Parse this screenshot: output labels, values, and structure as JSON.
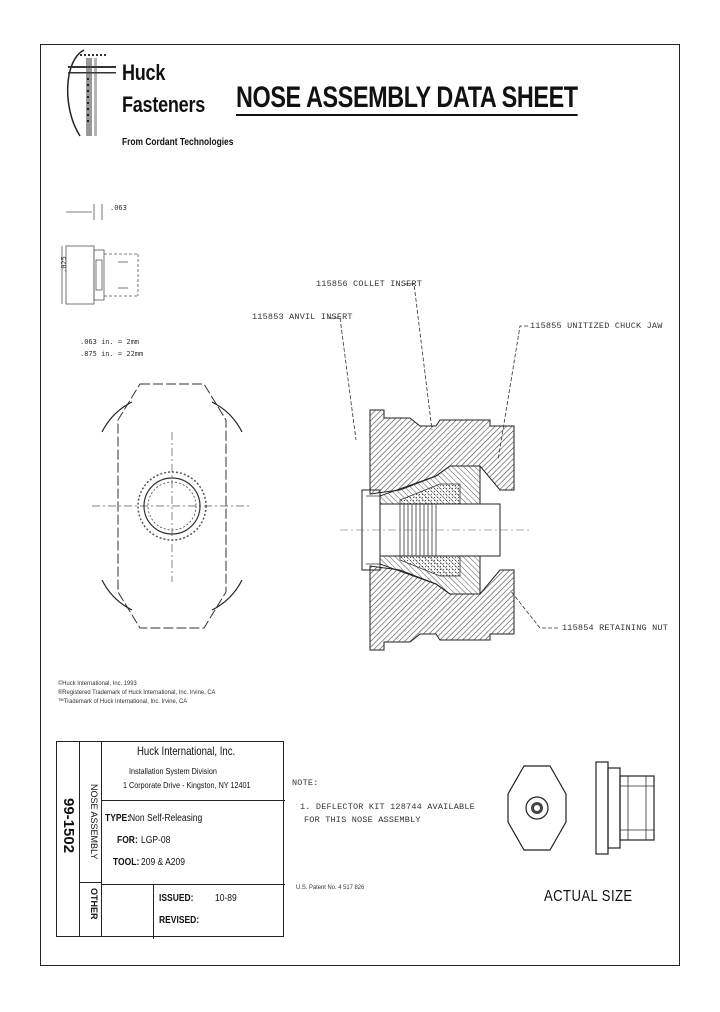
{
  "header": {
    "brand_line1": "Huck",
    "brand_line2": "Fasteners",
    "brand_sub": "From Cordant Technologies",
    "title": "NOSE ASSEMBLY DATA SHEET"
  },
  "dimensions": {
    "top_dim": ".063",
    "side_dim": ".025",
    "conv1": ".063 in. = 2mm",
    "conv2": ".875 in. = 22mm"
  },
  "callouts": {
    "collet_insert": "115856 COLLET INSERT",
    "anvil_insert": "115853 ANVIL INSERT",
    "chuck_jaw": "115855 UNITIZED CHUCK JAW",
    "retaining_nut": "115854 RETAINING NUT"
  },
  "legal": {
    "line1": "©Huck International, Inc. 1993",
    "line2": "®Registered Trademark of Huck International, Inc. Irvine, CA",
    "line3": "™Trademark of Huck International, Inc. Irvine, CA"
  },
  "title_block": {
    "doc_number": "99-1502",
    "category": "NOSE ASSEMBLY",
    "other_label": "OTHER",
    "company": "Huck International, Inc.",
    "division": "Installation System Division",
    "address": "1 Corporate Drive - Kingston, NY  12401",
    "type_label": "TYPE:",
    "type_value": "Non Self-Releasing",
    "for_label": "FOR:",
    "for_value": "LGP-08",
    "tool_label": "TOOL:",
    "tool_value": "209 & A209",
    "issued_label": "ISSUED:",
    "issued_value": "10-89",
    "revised_label": "REVISED:",
    "revised_value": ""
  },
  "notes": {
    "label": "NOTE:",
    "line1": "1. DEFLECTOR KIT 128744 AVAILABLE",
    "line2": "FOR THIS NOSE ASSEMBLY",
    "patent": "U.S. Patent No. 4 517 826"
  },
  "actual_size": "ACTUAL SIZE"
}
